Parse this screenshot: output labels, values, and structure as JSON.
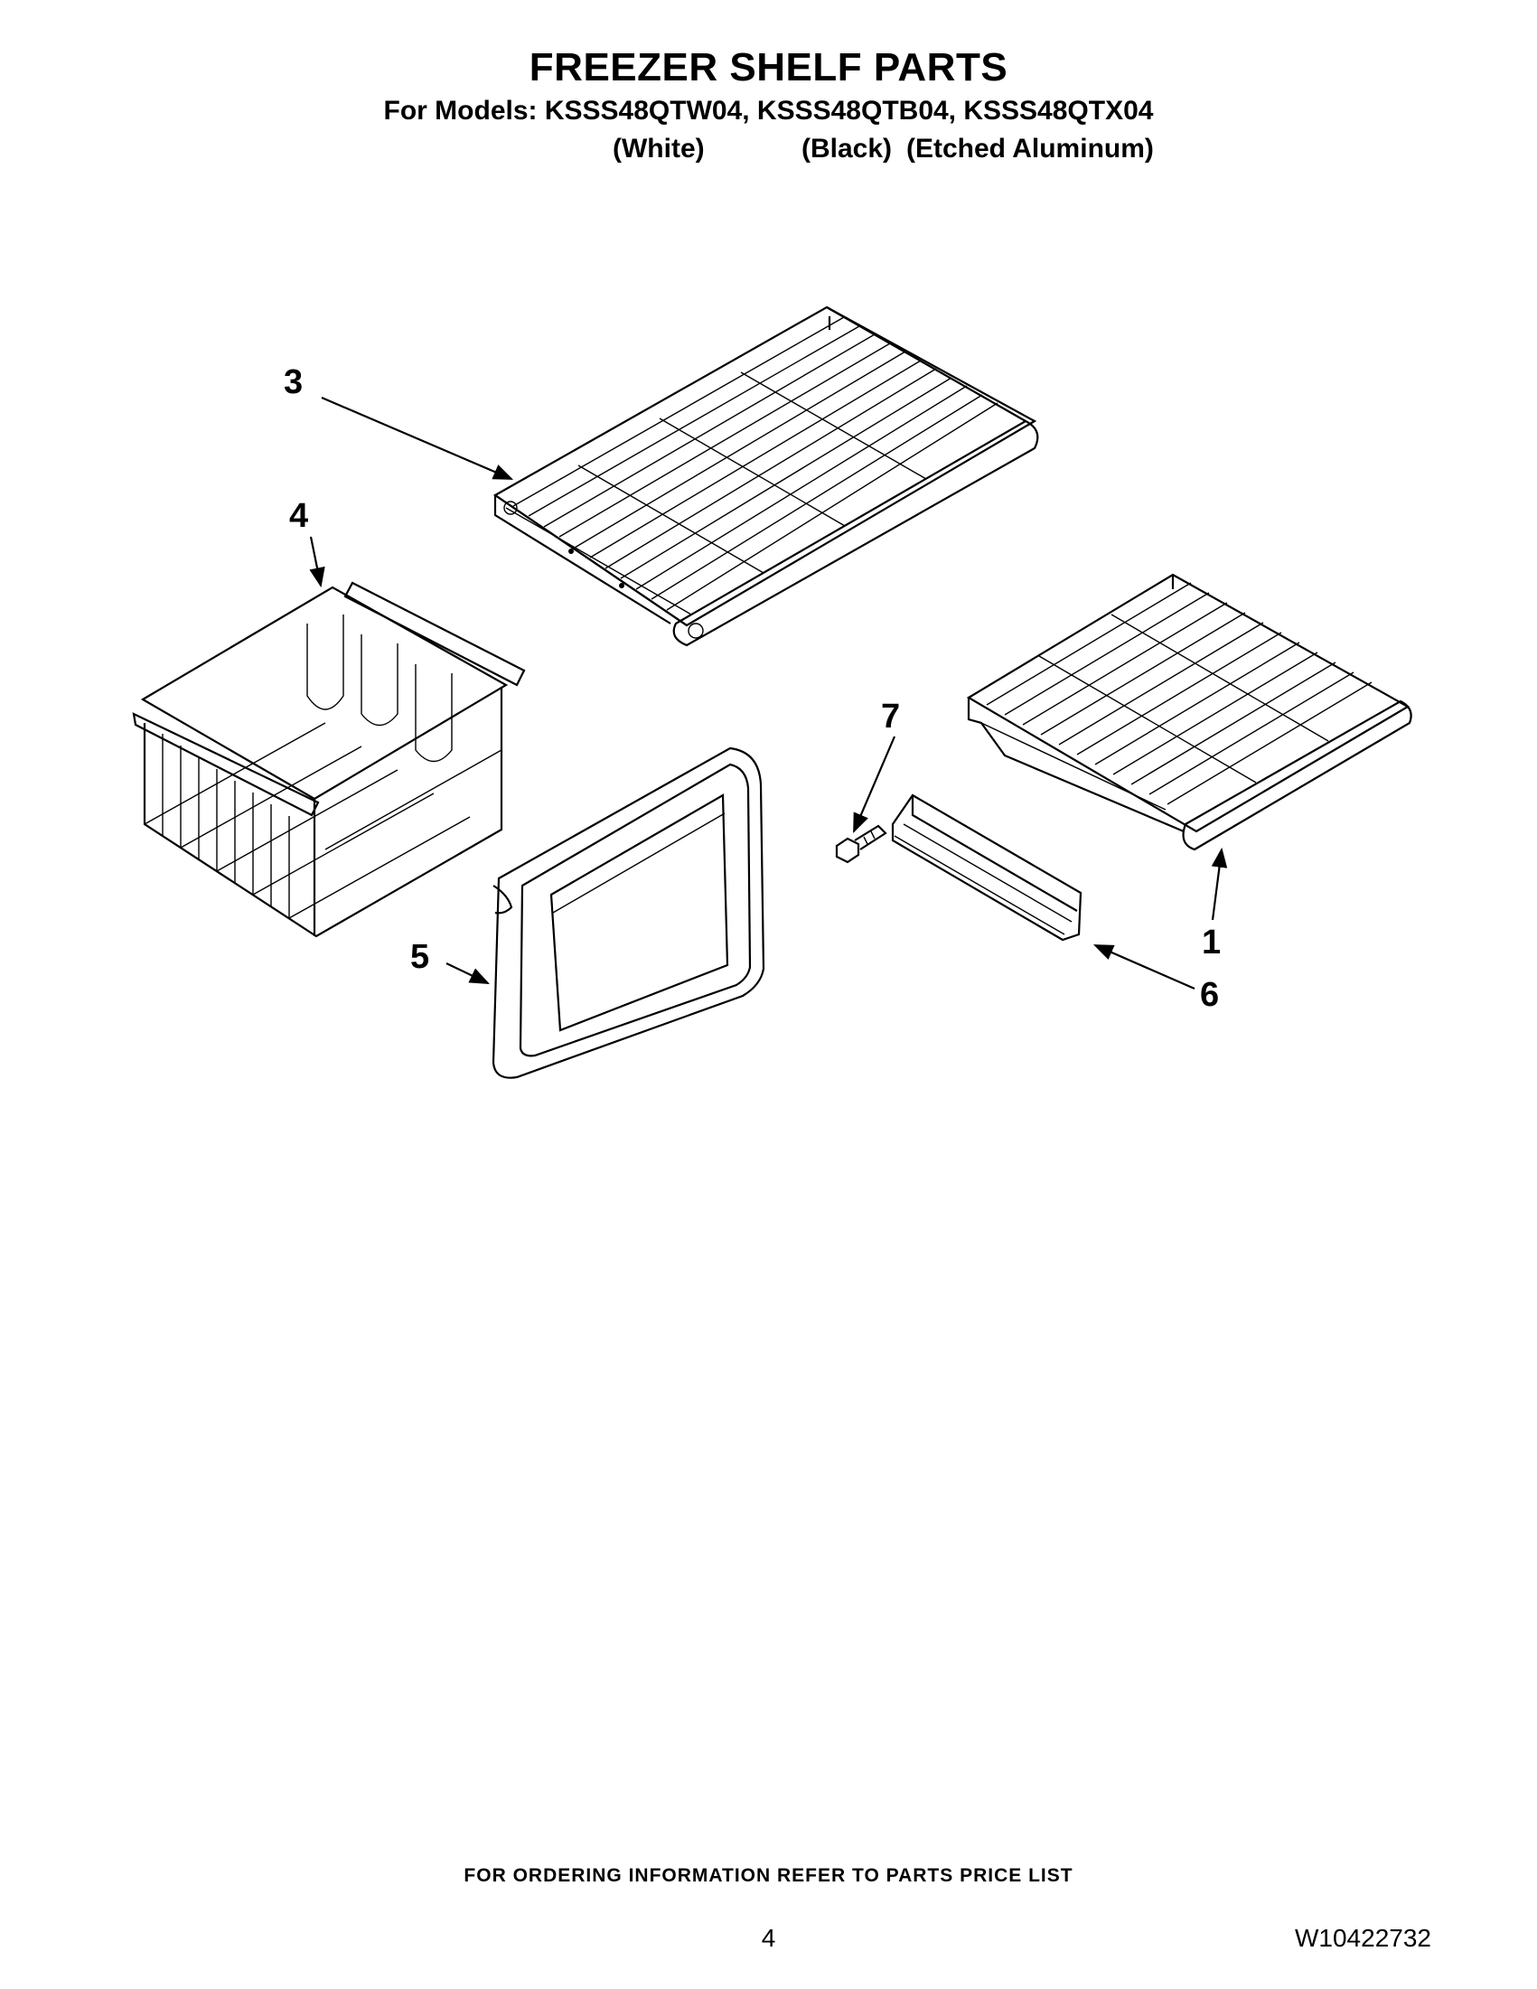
{
  "header": {
    "title": "FREEZER SHELF PARTS",
    "models_line": "For Models: KSSS48QTW04, KSSS48QTB04, KSSS48QTX04",
    "variants": [
      "(White)",
      "(Black)",
      "(Etched Aluminum)"
    ]
  },
  "callouts": [
    "1",
    "3",
    "4",
    "5",
    "6",
    "7"
  ],
  "footer": {
    "ordering_info": "FOR ORDERING INFORMATION REFER TO PARTS PRICE LIST",
    "page_number": "4",
    "document_number": "W10422732"
  }
}
